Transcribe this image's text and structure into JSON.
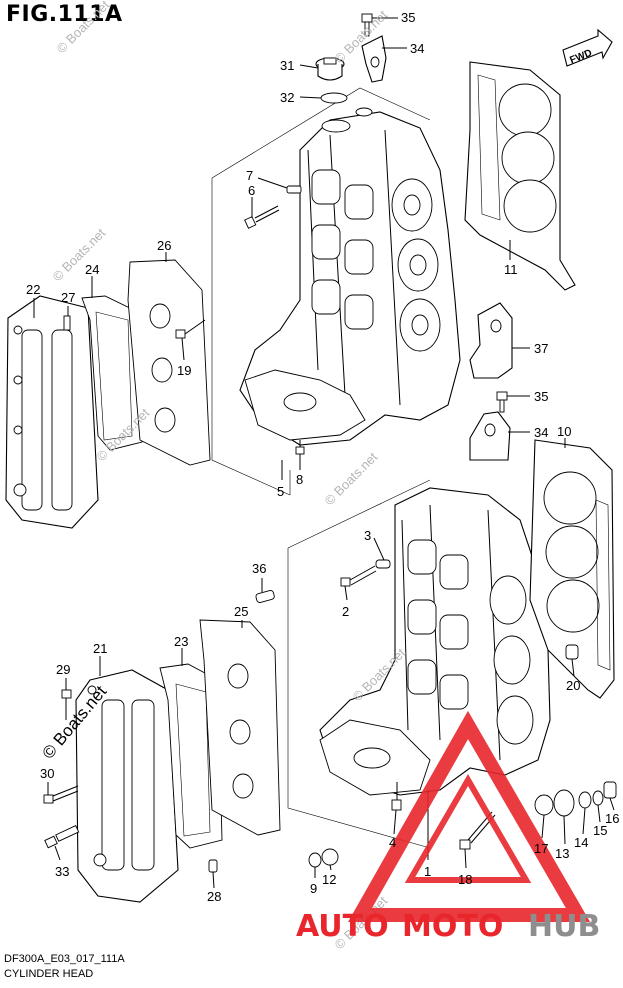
{
  "figure_title": "FIG.111A",
  "footer": {
    "code": "DF300A_E03_017_111A",
    "name": "CYLINDER HEAD"
  },
  "direction_marker": "FWD",
  "watermarks": [
    "© Boats.net",
    "© Boats.net",
    "© Boats.net",
    "© Boats.net",
    "© Boats.net",
    "© Boats.net",
    "© Boats.net"
  ],
  "callouts": [
    "35",
    "34",
    "31",
    "32",
    "6",
    "7",
    "26",
    "24",
    "22",
    "27",
    "19",
    "11",
    "37",
    "35",
    "34",
    "10",
    "5",
    "8",
    "3",
    "36",
    "2",
    "25",
    "23",
    "21",
    "29",
    "30",
    "33",
    "28",
    "20",
    "4",
    "9",
    "12",
    "1",
    "18",
    "17",
    "13",
    "14",
    "15",
    "16"
  ],
  "logo": {
    "auto": "AUTO",
    "moto": "MOTO",
    "hub": "HUB",
    "auto_color": "#e8262b",
    "moto_color": "#e8262b",
    "hub_color": "#8e8e8e",
    "triangle_color": "#e8262b"
  }
}
